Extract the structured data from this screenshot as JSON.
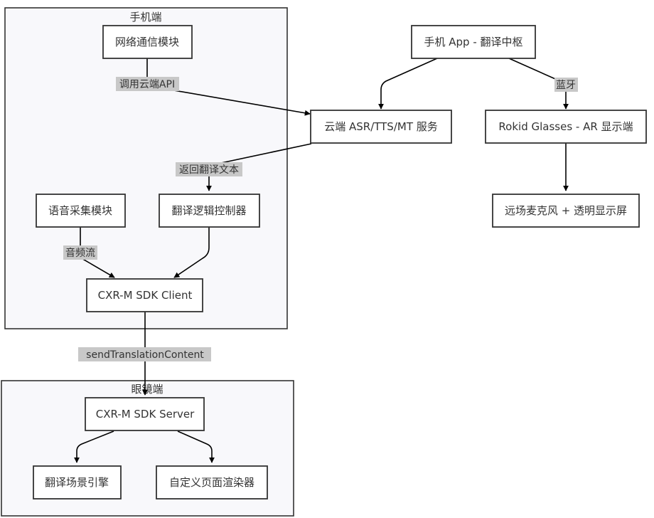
{
  "clusters": {
    "phone": {
      "title": "手机端"
    },
    "glasses": {
      "title": "眼镜端"
    }
  },
  "nodes": {
    "net": "网络通信模块",
    "voice": "语音采集模块",
    "ctrl": "翻译逻辑控制器",
    "client": "CXR-M SDK Client",
    "cloud": "云端 ASR/TTS/MT 服务",
    "app": "手机 App - 翻译中枢",
    "rokid": "Rokid Glasses - AR 显示端",
    "mic": "远场麦克风 + 透明显示屏",
    "server": "CXR-M SDK Server",
    "engine": "翻译场景引擎",
    "renderer": "自定义页面渲染器"
  },
  "edges": {
    "call_api": "调用云端API",
    "return_text": "返回翻译文本",
    "audio": "音频流",
    "bluetooth": "蓝牙",
    "send": "sendTranslationContent"
  },
  "colors": {
    "stroke": "#333333",
    "cluster_fill": "#f8f8fb",
    "label_bg": "#c8c8c8"
  }
}
